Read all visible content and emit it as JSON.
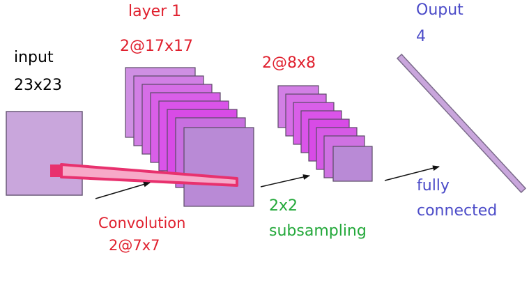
{
  "labels": {
    "input_title": "input",
    "input_size": "23x23",
    "layer1_title": "layer 1",
    "layer1_size": "2@17x17",
    "sub_size": "2@8x8",
    "output_title": "Ouput",
    "output_size": "4",
    "conv_title": "Convolution",
    "conv_size": "2@7x7",
    "subsample_title": "2x2",
    "subsample_sub": "subsampling",
    "fc_title": "fully",
    "fc_sub": "connected"
  },
  "colors": {
    "input_label": "#000000",
    "layer_label": "#e0202e",
    "subsample_label": "#23a83a",
    "output_label": "#4b4bc8",
    "input_fill": "#c9a6dc",
    "feature_fill": "#d84be6",
    "feature_stroke": "#5a4a66",
    "kernel": "#e8316e",
    "arrow": "#111111"
  }
}
